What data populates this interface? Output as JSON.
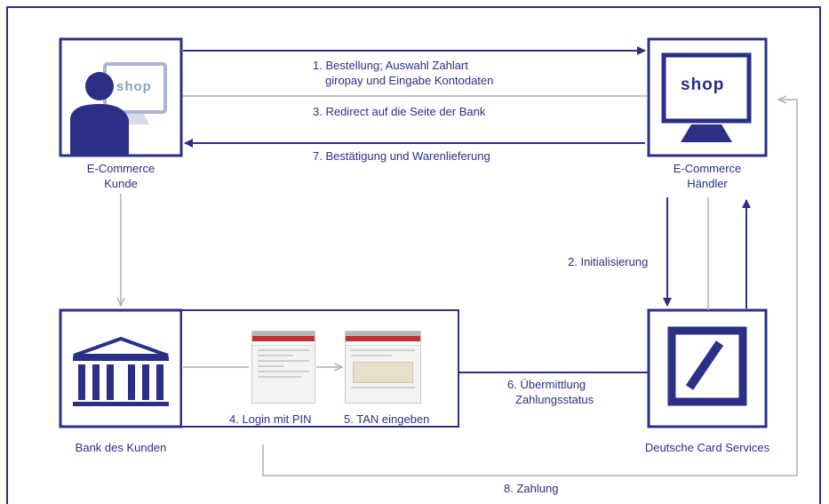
{
  "labels": {
    "step1_line1": "1. Bestellung; Auswahl Zahlart",
    "step1_line2": "giropay und Eingabe Kontodaten",
    "step3": "3. Redirect auf die Seite der Bank",
    "step7": "7. Bestätigung und Warenlieferung",
    "step2": "2. Initialisierung",
    "step4": "4. Login mit PIN",
    "step5": "5. TAN eingeben",
    "step6_line1": "6. Übermittlung",
    "step6_line2": "Zahlungsstatus",
    "step8": "8. Zahlung"
  },
  "nodes": {
    "customer_line1": "E-Commerce",
    "customer_line2": "Kunde",
    "merchant_line1": "E-Commerce",
    "merchant_line2": "Händler",
    "bank": "Bank des Kunden",
    "dcs": "Deutsche Card Services"
  },
  "icons": {
    "customer_monitor_text": "shop",
    "merchant_monitor_text": "shop",
    "customer_icon": "person-at-computer-icon",
    "merchant_icon": "shop-monitor-icon",
    "bank_icon": "bank-building-icon",
    "dcs_icon": "deutsche-bank-logo-icon"
  },
  "colors": {
    "primary": "#2b2f86",
    "flow_gray": "#b0b0b0",
    "background": "#ffffff"
  }
}
